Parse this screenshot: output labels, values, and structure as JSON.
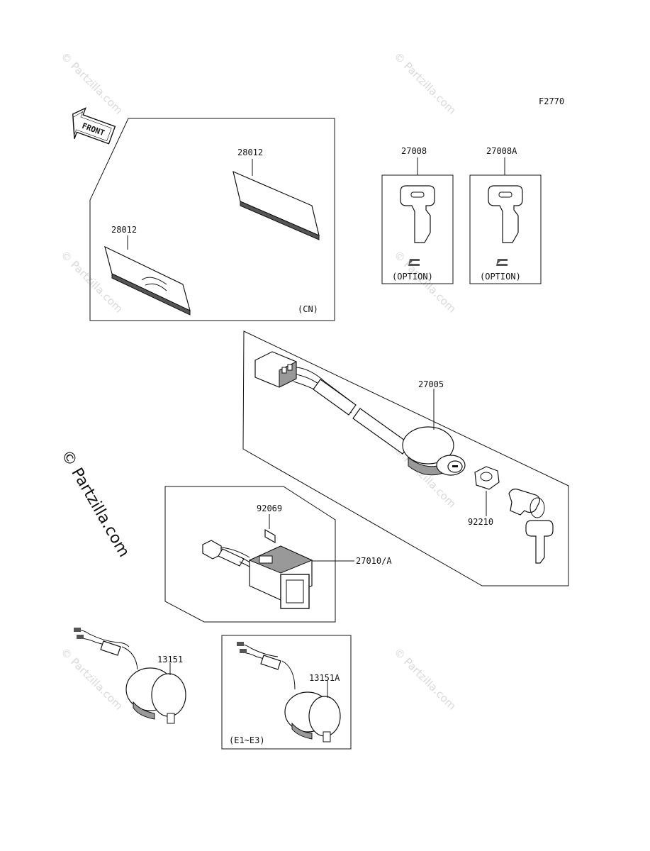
{
  "figure_id": "F2770",
  "front_label": "FRONT",
  "watermark": {
    "text": "© Partzilla.com"
  },
  "parts": {
    "reflector_upper": "28012",
    "reflector_lower": "28012",
    "key_blank": "27008",
    "key_blank_a": "27008A",
    "ignition_switch": "27005",
    "nut": "92210",
    "clip": "92069",
    "switch": "27010/A",
    "socket": "13151",
    "socket_a": "13151A"
  },
  "notes": {
    "cn": "(CN)",
    "option_1": "(OPTION)",
    "option_2": "(OPTION)",
    "e1_e3": "(E1~E3)"
  },
  "colors": {
    "line": "#111111",
    "watermark": "#d9d9d9"
  }
}
